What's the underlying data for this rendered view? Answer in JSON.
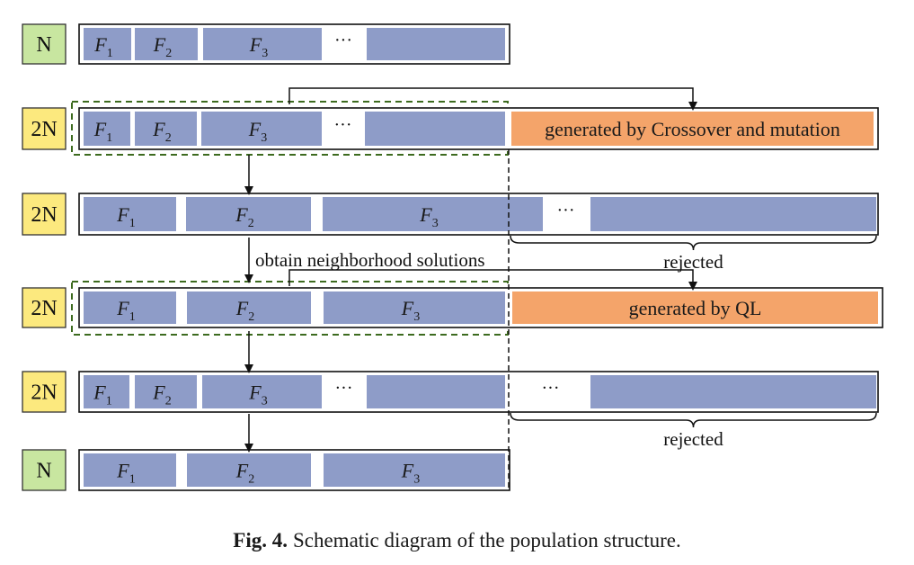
{
  "rows": [
    {
      "id": "row1",
      "label": "N",
      "labelColor": "#c8e6a0",
      "segments": [
        {
          "kind": "F",
          "sub": "1"
        },
        {
          "kind": "F",
          "sub": "2"
        },
        {
          "kind": "F",
          "sub": "3"
        },
        {
          "kind": "dots",
          "text": "···"
        },
        {
          "kind": "block"
        }
      ]
    },
    {
      "id": "row2",
      "label": "2N",
      "labelColor": "#fce97e",
      "segments": [
        {
          "kind": "F",
          "sub": "1"
        },
        {
          "kind": "F",
          "sub": "2"
        },
        {
          "kind": "F",
          "sub": "3"
        },
        {
          "kind": "dots",
          "text": "···"
        },
        {
          "kind": "block"
        },
        {
          "kind": "orange",
          "text": "generated by Crossover and mutation"
        }
      ]
    },
    {
      "id": "row3",
      "label": "2N",
      "labelColor": "#fce97e",
      "segments": [
        {
          "kind": "F",
          "sub": "1"
        },
        {
          "kind": "F",
          "sub": "2"
        },
        {
          "kind": "F",
          "sub": "3"
        },
        {
          "kind": "dots",
          "text": "···"
        },
        {
          "kind": "block"
        }
      ]
    },
    {
      "id": "row4",
      "label": "2N",
      "labelColor": "#fce97e",
      "segments": [
        {
          "kind": "F",
          "sub": "1"
        },
        {
          "kind": "F",
          "sub": "2"
        },
        {
          "kind": "F",
          "sub": "3"
        },
        {
          "kind": "orange",
          "text": "generated by QL"
        }
      ]
    },
    {
      "id": "row5",
      "label": "2N",
      "labelColor": "#fce97e",
      "segments": [
        {
          "kind": "F",
          "sub": "1"
        },
        {
          "kind": "F",
          "sub": "2"
        },
        {
          "kind": "F",
          "sub": "3"
        },
        {
          "kind": "dots",
          "text": "···"
        },
        {
          "kind": "block"
        },
        {
          "kind": "dots",
          "text": "···"
        },
        {
          "kind": "block"
        }
      ]
    },
    {
      "id": "row6",
      "label": "N",
      "labelColor": "#c8e6a0",
      "segments": [
        {
          "kind": "F",
          "sub": "1"
        },
        {
          "kind": "F",
          "sub": "2"
        },
        {
          "kind": "F",
          "sub": "3"
        }
      ]
    }
  ],
  "annotations": {
    "neighborhood": "obtain neighborhood solutions",
    "rejected_1": "rejected",
    "rejected_2": "rejected"
  },
  "caption": {
    "label": "Fig. 4.",
    "text": "Schematic diagram of the population structure."
  },
  "colors": {
    "block": "#8e9cc8",
    "orange": "#f4a46a",
    "greenDash": "#3d6b1f"
  }
}
